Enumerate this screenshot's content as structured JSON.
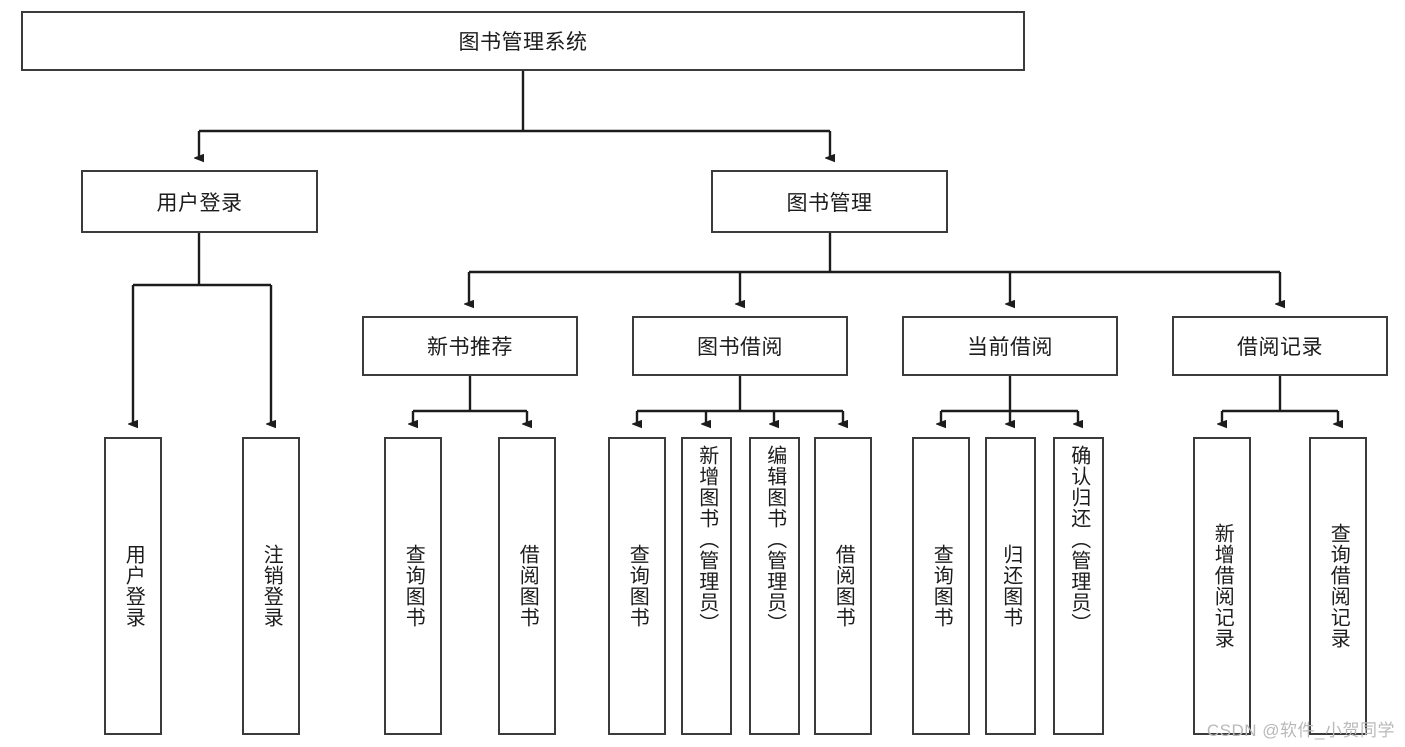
{
  "diagram": {
    "type": "tree-hierarchy-chart",
    "title": "图书管理系统",
    "watermark": "CSDN @软件_小贺同学",
    "colors": {
      "box_border": "#3b3b3b",
      "box_fill": "#ffffff",
      "connector": "#1c1c1c",
      "text": "#1c1c1c",
      "watermark": "#b9b9b9",
      "background": "#ffffff"
    },
    "root": {
      "label": "图书管理系统"
    },
    "level2": [
      {
        "label": "用户登录"
      },
      {
        "label": "图书管理"
      }
    ],
    "level3": [
      {
        "label": "新书推荐"
      },
      {
        "label": "图书借阅"
      },
      {
        "label": "当前借阅"
      },
      {
        "label": "借阅记录"
      }
    ],
    "leaves": {
      "user_login": [
        {
          "label": "用户登录"
        },
        {
          "label": "注销登录"
        }
      ],
      "new_book_recommend": [
        {
          "label": "查询图书"
        },
        {
          "label": "借阅图书"
        }
      ],
      "book_borrow": [
        {
          "label": "查询图书"
        },
        {
          "label": "新增图书（管理员）"
        },
        {
          "label": "编辑图书（管理员）"
        },
        {
          "label": "借阅图书"
        }
      ],
      "current_borrow": [
        {
          "label": "查询图书"
        },
        {
          "label": "归还图书"
        },
        {
          "label": "确认归还（管理员）"
        }
      ],
      "borrow_records": [
        {
          "label": "新增借阅记录"
        },
        {
          "label": "查询借阅记录"
        }
      ]
    }
  }
}
